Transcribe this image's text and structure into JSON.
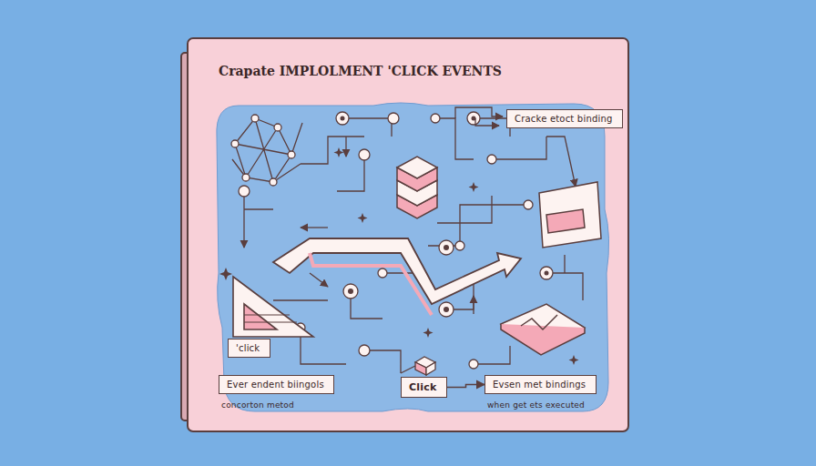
{
  "diagram": {
    "title": "Crapate IMPLOLMENT 'CLICK EVENTS",
    "nodes": [
      {
        "text": [
          "Cracke etoct binding"
        ]
      },
      {
        "text": [
          "'click"
        ]
      },
      {
        "text": [
          "Ever endent biingols",
          "concorton metod"
        ]
      },
      {
        "text": [
          "Click"
        ]
      },
      {
        "text": [
          "Evsen met bindings",
          "when get ets executed"
        ]
      }
    ],
    "edges": [
      {
        "from": 3,
        "to": 4,
        "arrow": "to"
      }
    ]
  }
}
